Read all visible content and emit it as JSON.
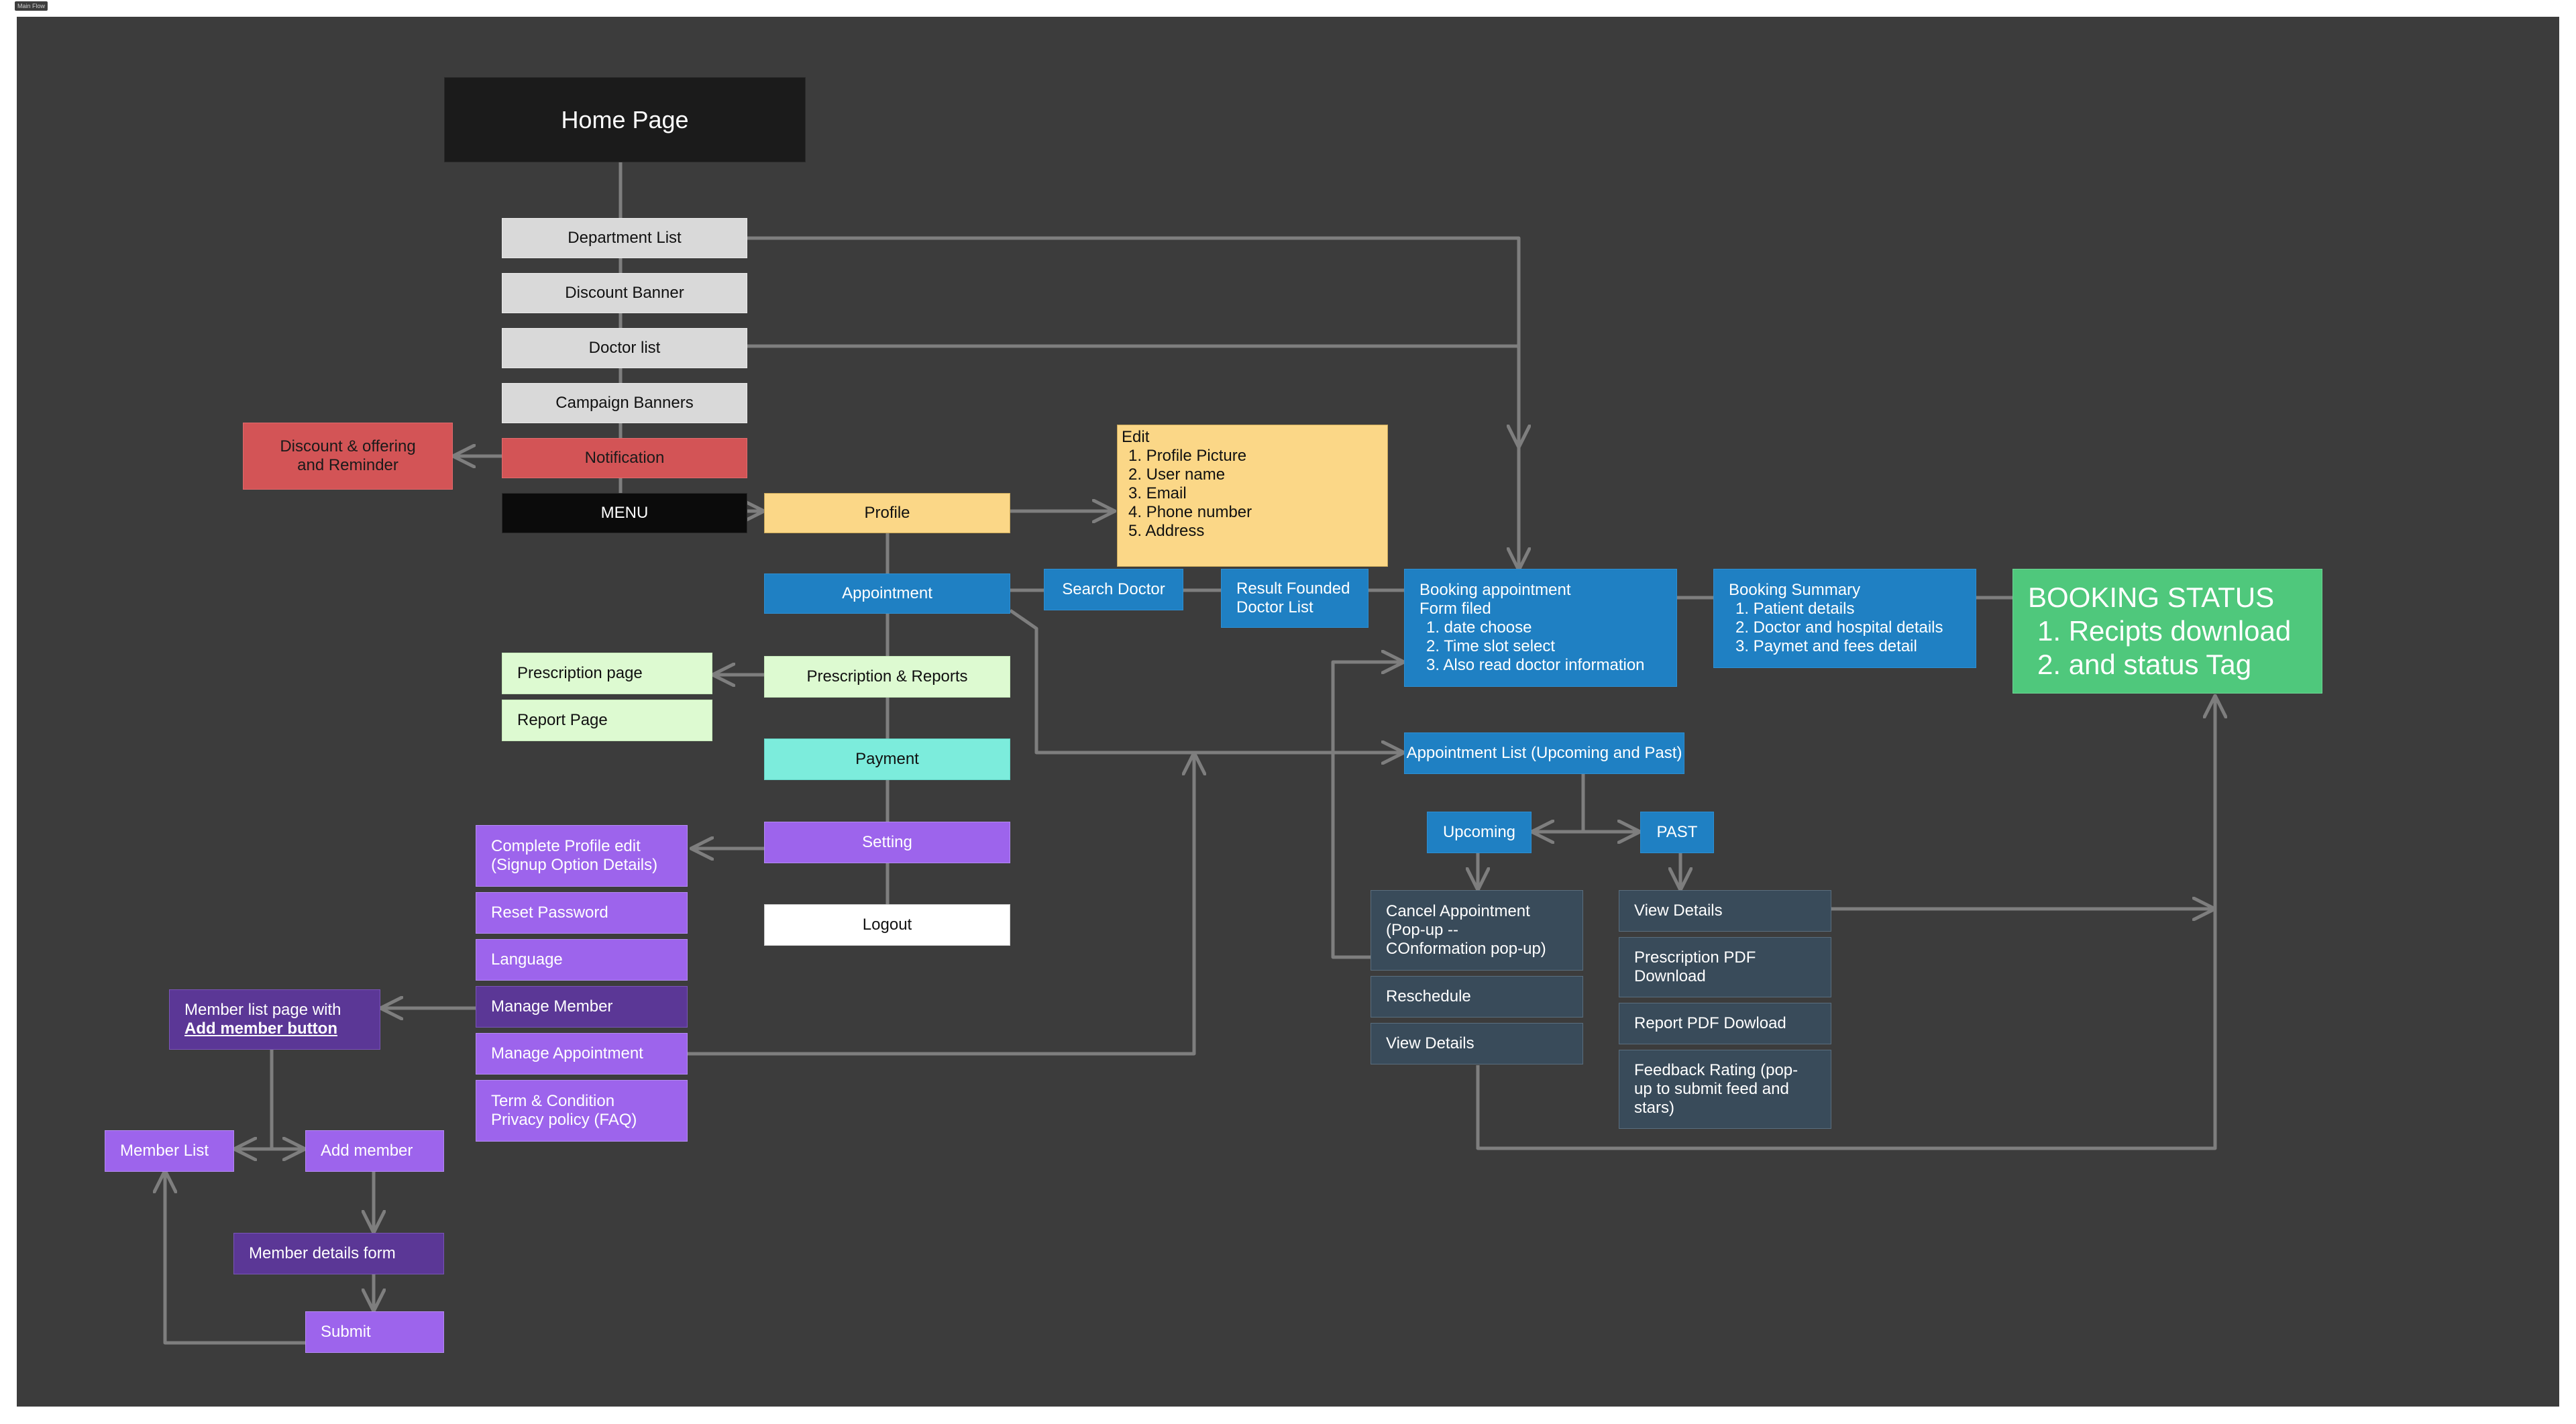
{
  "frame_label": "Main Flow",
  "nodes": {
    "home_page": "Home Page",
    "department_list": "Department List",
    "discount_banner": "Discount Banner",
    "doctor_list": "Doctor list",
    "campaign_banners": "Campaign Banners",
    "notification": "Notification",
    "discount_offering": [
      "Discount & offering",
      "and Reminder"
    ],
    "menu": "MENU",
    "profile": "Profile",
    "edit_note": [
      "Edit",
      "1. Profile Picture",
      "2. User name",
      "3. Email",
      "4. Phone number",
      "5. Address"
    ],
    "appointment": "Appointment",
    "search_doctor": "Search Doctor",
    "result_founded": [
      "Result Founded",
      "Doctor List"
    ],
    "booking_appointment": [
      "Booking appointment",
      "Form filed",
      "1. date choose",
      "2. Time slot select",
      "3. Also read doctor information"
    ],
    "booking_summary": [
      "Booking Summary",
      "1. Patient details",
      "2. Doctor and hospital details",
      "3. Paymet and fees detail"
    ],
    "booking_status": [
      "BOOKING STATUS",
      "1. Recipts download",
      "2. and status Tag"
    ],
    "prescription_reports": "Prescription & Reports",
    "prescription_page": "Prescription page",
    "report_page": "Report Page",
    "payment": "Payment",
    "setting": "Setting",
    "logout": "Logout",
    "appointment_list": "Appointment List (Upcoming and Past)",
    "upcoming": "Upcoming",
    "past": "PAST",
    "cancel_appointment": [
      "Cancel Appointment",
      "(Pop-up --",
      "COnformation pop-up)"
    ],
    "reschedule": "Reschedule",
    "view_details_upcoming": "View Details",
    "view_details_past": "View Details",
    "prescription_pdf": [
      "Prescription PDF",
      "Download"
    ],
    "report_pdf": "Report PDF Dowload",
    "feedback_rating": [
      "Feedback Rating (pop-",
      "up to submit feed and",
      "stars)"
    ],
    "complete_profile": [
      "Complete Profile edit",
      "(Signup Option Details)"
    ],
    "reset_password": "Reset Password",
    "language": "Language",
    "manage_member": "Manage Member",
    "manage_appointment": "Manage Appointment",
    "terms_privacy": [
      "Term & Condition",
      "Privacy policy (FAQ)"
    ],
    "member_list_page": "Member list page with",
    "add_member_button": "Add member button",
    "member_list": "Member List",
    "add_member": "Add member",
    "member_details_form": "Member details form",
    "submit": "Submit"
  },
  "colors": {
    "canvas": "#3c3c3c",
    "connector": "#7e7e7e",
    "gray": "#d9d9d9",
    "red": "#d35456",
    "black": "#0b0b0b",
    "cream": "#fbd787",
    "blue": "#1f80c3",
    "mint": "#ddfad1",
    "aqua": "#7cecdc",
    "violet": "#9d64ec",
    "dark_violet": "#5b3796",
    "slate": "#394b5a",
    "green": "#4fc87c"
  }
}
